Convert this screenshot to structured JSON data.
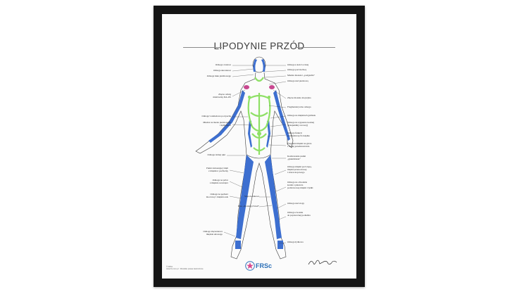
{
  "poster": {
    "title": "LIPODYNIE PRZÓD",
    "brand": "FRSc"
  },
  "labels": {
    "left": [
      "Odnoga czołowa",
      "Odnoga skroniowa",
      "Odnoga łuku jarzmowego",
      "Złącze odnóg\nmałżowiny DA-OS",
      "Odnoga' rozkładowa pod pachą",
      "Miedza na mostu piersiowego\ni lędźwiowa",
      "Odnoga dolnej ręki",
      "Punkt zwieszający kłęb\nz mięśnia i pachwiny",
      "Odnoga na pólce\nz mięśnia wewnątrz",
      "Odnoga na pęcherz\nmoczowy i mięśnia uda",
      "Pole „chodzących kul”",
      "Stopa kostkowa",
      "Odnoga złączeniowa\nmięśnia udowego"
    ],
    "right": [
      "Odnoga u kości ocznej",
      "Odnoga pod żuchwą",
      "Miedza mostek i „podgardle”",
      "Odnoga nad piersiową",
      "Złącze mostek obojczyka",
      "Fragmentaryczna odnoga",
      "Odnoga na mięśniach grzbietu",
      "Odnoga na wypustce kostnej\n(przepukliny torowej)",
      "Odnoga funkcji\nwydzielniczych żołądka",
      "Fragment mięśni na górze\ni dolnej przedstawiciela",
      "Kostkowanie pasiki\n„gnieżdżenia”",
      "Odnoga mięśni pod stopą,\nmięśni przewodowej\ni stawu stopowego",
      "Odnoga na obwodzie\nkostki z płaszcza\npodstawowej mięśni i łydki",
      "Odnoga nad stopy",
      "Odnoga z kostek\nde poprzecznej podudzia",
      "Odnoga łydkowa"
    ]
  },
  "footer": {
    "copyright": "© FRSc\nwww.frs.com.pl  ·  Wszelkie prawa zastrzeżone"
  },
  "colors": {
    "frame": "#151515",
    "lymph_green": "#8fe066",
    "vessel_blue": "#3d6fd0",
    "accent_pink": "#c8478f",
    "brand_blue": "#2b6fb7"
  }
}
